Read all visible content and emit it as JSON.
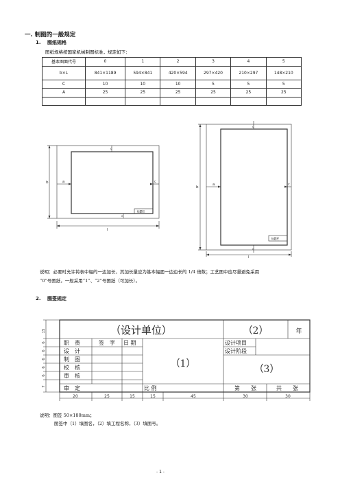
{
  "section1": {
    "title": "一. 制图的一般规定",
    "sub1": {
      "num": "1.",
      "title": "图纸规格"
    },
    "intro": "图纸规格按国家机械制图标准，规定如下："
  },
  "table": {
    "header": [
      "基本图面代号",
      "0",
      "1",
      "2",
      "3",
      "4",
      "5"
    ],
    "rows": [
      [
        "b×L",
        "841×1189",
        "594×841",
        "420×594",
        "297×420",
        "210×297",
        "148×210"
      ],
      [
        "C",
        "10",
        "10",
        "10",
        "5",
        "5",
        "5"
      ],
      [
        "A",
        "25",
        "25",
        "25",
        "25",
        "25",
        "25"
      ],
      [
        "",
        "",
        "",
        "",
        "",
        "",
        ""
      ]
    ]
  },
  "diagram": {
    "label_a": "a",
    "label_b": "b",
    "label_c": "c",
    "label_l": "l",
    "titleblock_label": "标题栏"
  },
  "note1": {
    "line1": "说明：必要时允许将表中幅的一边加长，其加长量应为基本幅面一边边长的 1/4 倍数；工艺图中应尽量避免采用",
    "line2": "“0”号图纸，一般采用“1”、“2”号图纸（可加长）。"
  },
  "sub2": {
    "num": "2.",
    "title": "图签规定"
  },
  "titleblock": {
    "design_unit": "（设计单位）",
    "num2": "（2）",
    "year": "年",
    "num1": "（1）",
    "num3": "（3）",
    "rows": [
      "职　责",
      "设　计",
      "制　图",
      "校　核",
      "审　核",
      "审　定"
    ],
    "sign": "签　字",
    "date": "日 期",
    "project": "设计项目",
    "stage": "设计阶段",
    "scale": "比 例",
    "sheet": "第　　张",
    "total": "共　　张",
    "left_dims": [
      "15",
      "6",
      "6",
      "6",
      "6",
      "6",
      "7"
    ],
    "bottom_dims": [
      "20",
      "25",
      "15",
      "15",
      "45",
      "30",
      "30"
    ]
  },
  "note2": {
    "line1": "说明：图签 50×180mm；",
    "line2": "图签中（1）填图名，（2）填工程名称，（3）填图号。"
  },
  "footer": {
    "page": "- 1 -"
  }
}
